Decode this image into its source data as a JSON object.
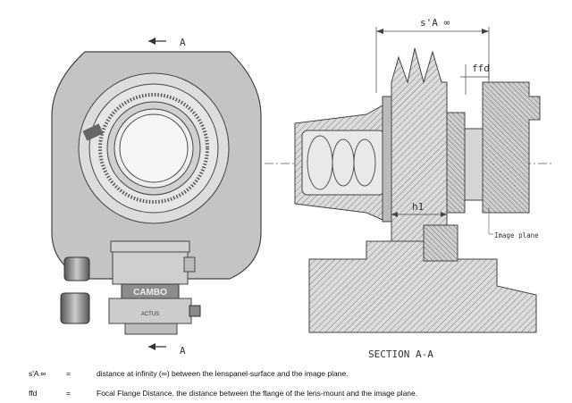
{
  "diagram": {
    "section_marker": "A",
    "sA_label": "s'A ∞",
    "ffd_label": "ffd",
    "h1_label": "h1",
    "image_plane_label": "Image plane",
    "brand": "CAMBO",
    "plate_text": "ACTUS",
    "section_title": "SECTION A-A"
  },
  "legend": [
    {
      "key": "s'A ∞",
      "eq": "=",
      "desc": "distance at infinity (∞) between the lenspanel-surface and the image plane."
    },
    {
      "key": "ffd",
      "eq": "=",
      "desc": "Focal Flange Distance. the distance between the flange of the lens-mount and the image plane."
    }
  ],
  "colors": {
    "hatch": "#8a8a8a",
    "fill": "#d8d8d8",
    "line": "#444444",
    "bg": "#ffffff"
  }
}
